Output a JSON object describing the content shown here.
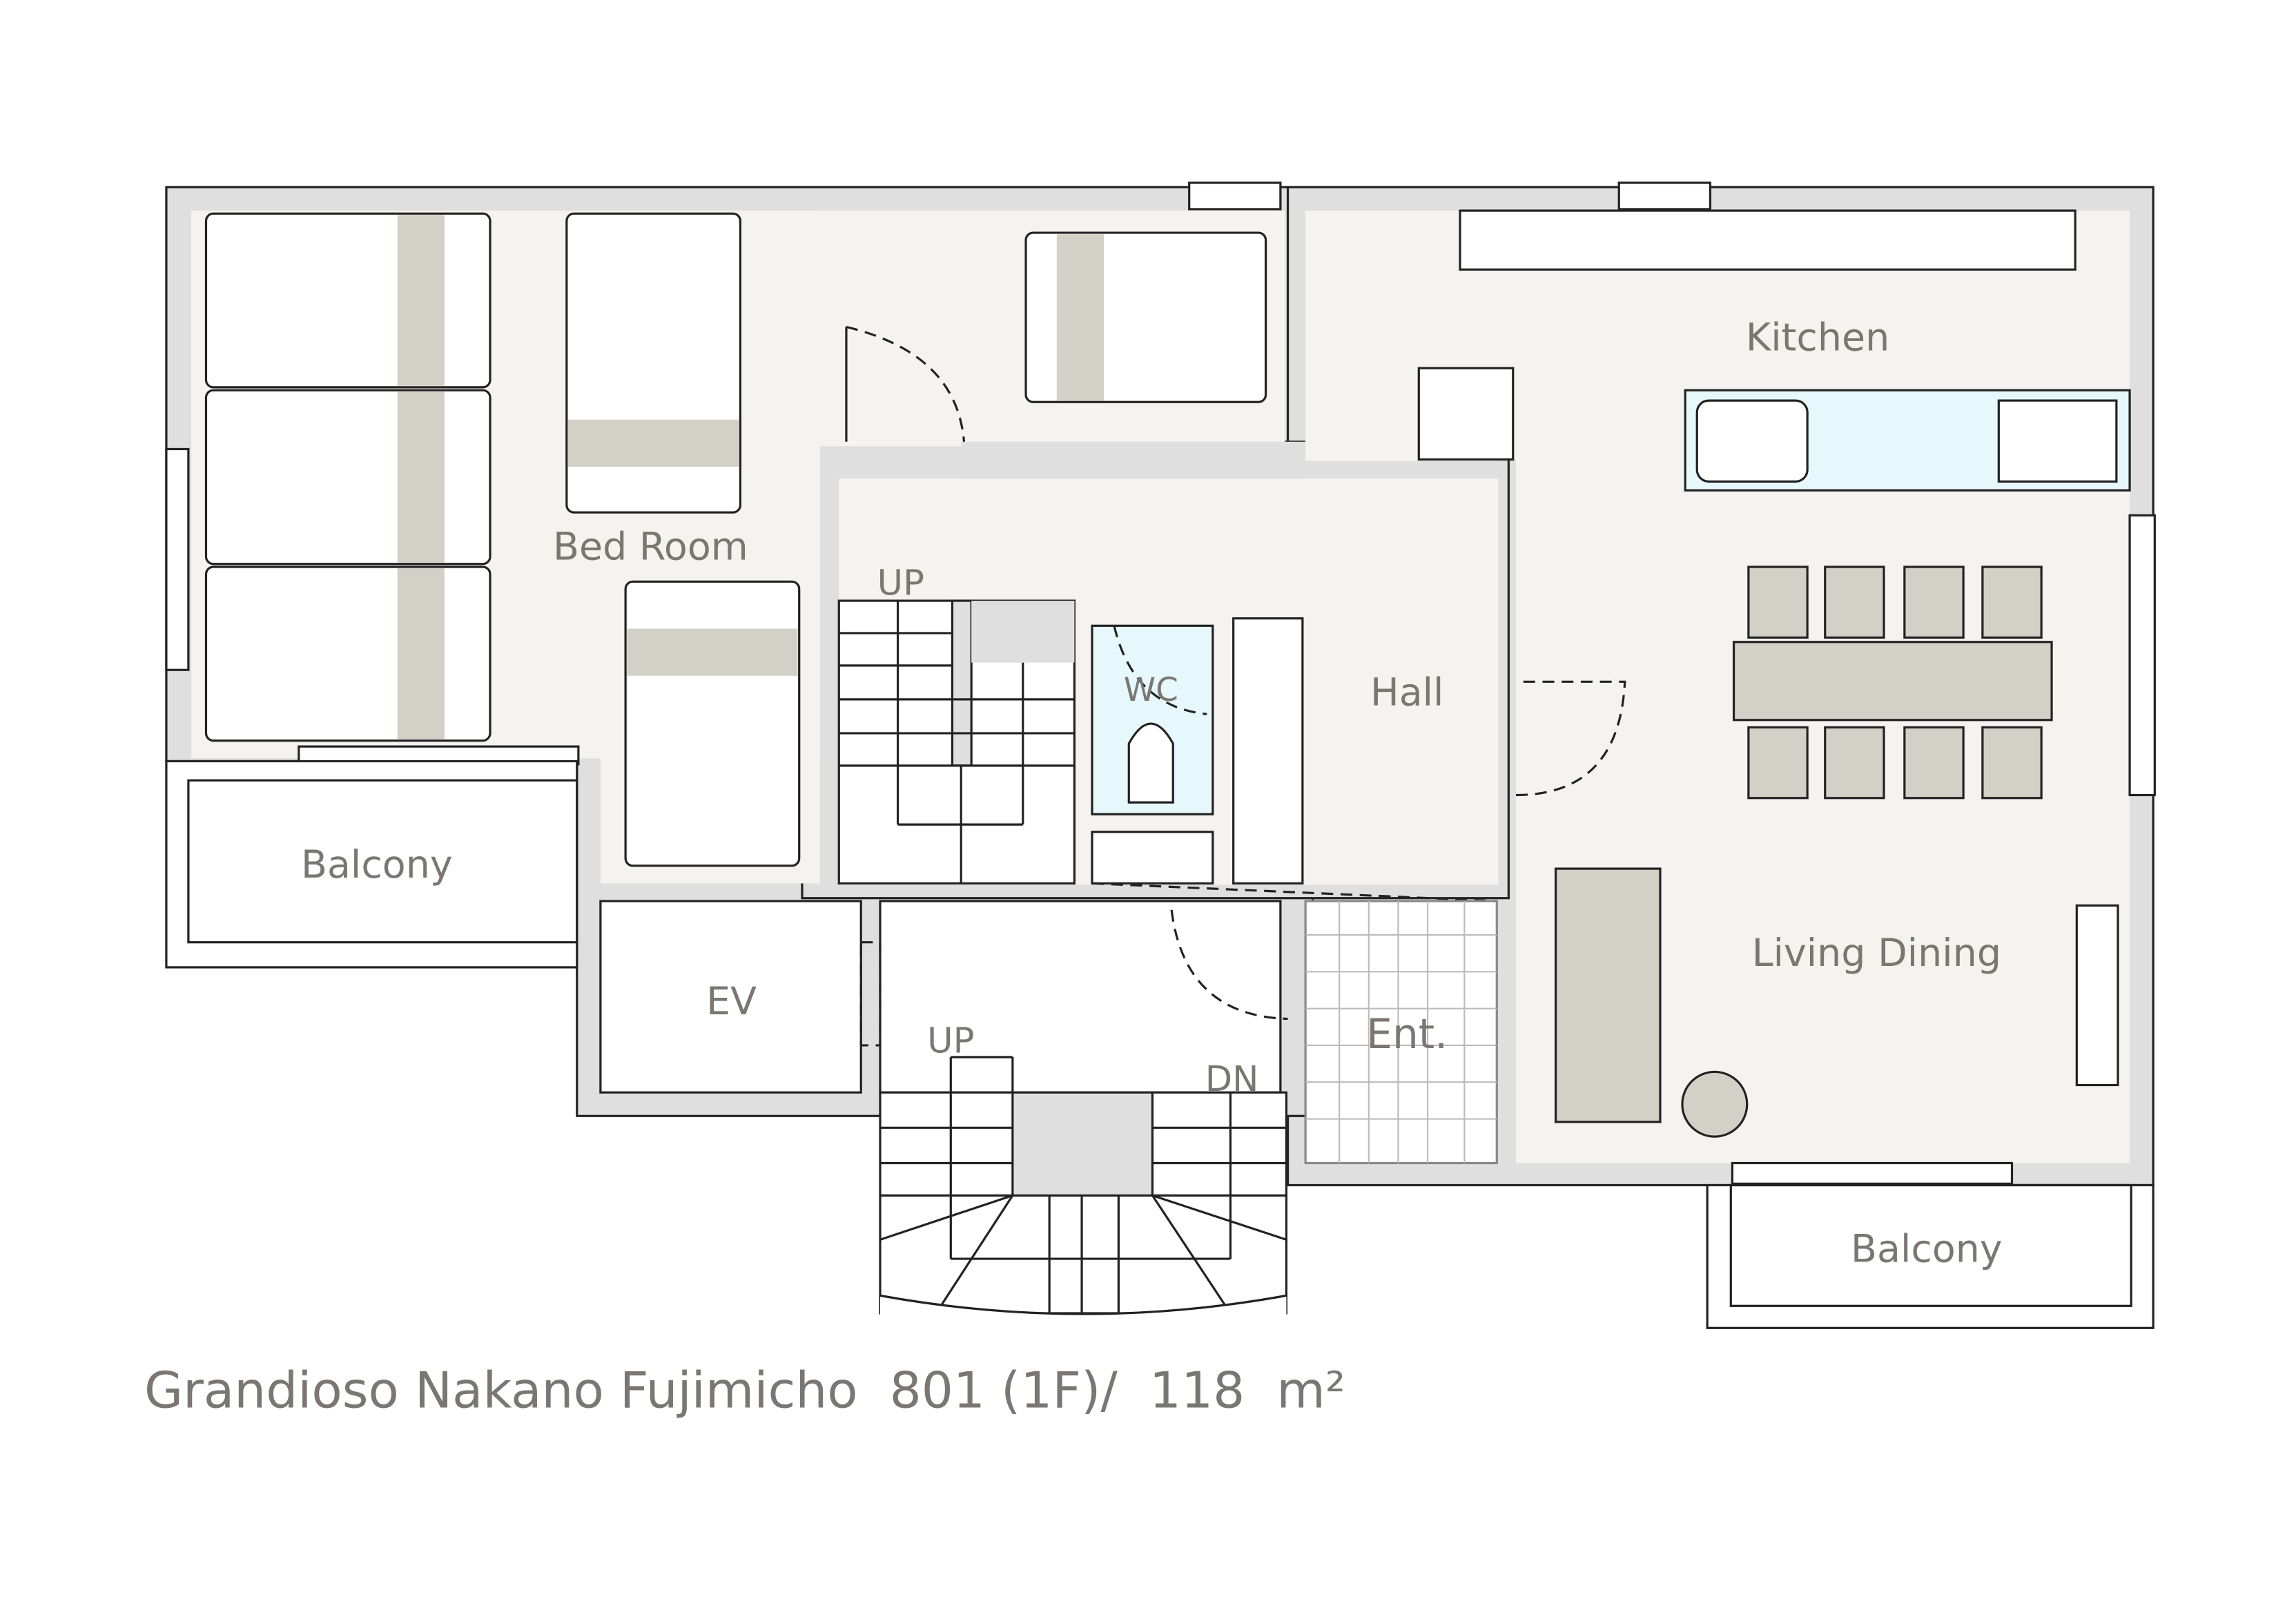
{
  "plan": {
    "title": "Grandioso Nakano Fujimicho  801 (1F)/  118  m²",
    "rooms": {
      "kitchen": "Kitchen",
      "bedroom": "Bed Room",
      "hall": "Hall",
      "wc": "WC",
      "balcony_left": "Balcony",
      "ev": "EV",
      "entrance": "Ent.",
      "living_dining": "Living Dining",
      "balcony_right": "Balcony"
    },
    "stairs": {
      "up_inner": "UP",
      "up_outer": "UP",
      "down_outer": "DN"
    },
    "colors": {
      "floor": "#f4f3f0",
      "wall": "#dfdfdf",
      "wet_area": "#e6f8fb",
      "furniture": "#d3d0c8",
      "text": "#7a7772"
    }
  }
}
